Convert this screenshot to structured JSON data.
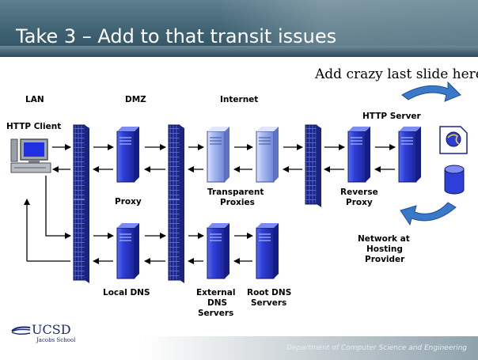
{
  "slide": {
    "title": "Take 3 – Add to that transit issues",
    "note": "Add crazy last slide here"
  },
  "zones": {
    "lan": "LAN",
    "dmz": "DMZ",
    "internet": "Internet"
  },
  "labels": {
    "http_client": "HTTP Client",
    "http_server": "HTTP Server",
    "proxy": "Proxy",
    "transparent_proxies": [
      "Transparent",
      "Proxies"
    ],
    "reverse_proxy": [
      "Reverse",
      "Proxy"
    ],
    "network_hosting": [
      "Network at",
      "Hosting",
      "Provider"
    ],
    "local_dns": "Local DNS",
    "external_dns": [
      "External",
      "DNS",
      "Servers"
    ],
    "root_dns": [
      "Root DNS",
      "Servers"
    ]
  },
  "footer": {
    "department": "Department of Computer Science and Engineering",
    "logo_text": "UCSD",
    "logo_sub": "Jacobs School"
  },
  "colors": {
    "header": "#3f6273",
    "server_blue": "#2e3fd8",
    "server_light": "#9fb3f0",
    "firewall": "#3444b8",
    "arrow_cycle": "#3a78c9"
  },
  "icons": {
    "computer": "computer-icon",
    "globe_document": "web-page-icon",
    "database": "database-icon",
    "cycle_arrows": "curved-arrow-icon"
  }
}
